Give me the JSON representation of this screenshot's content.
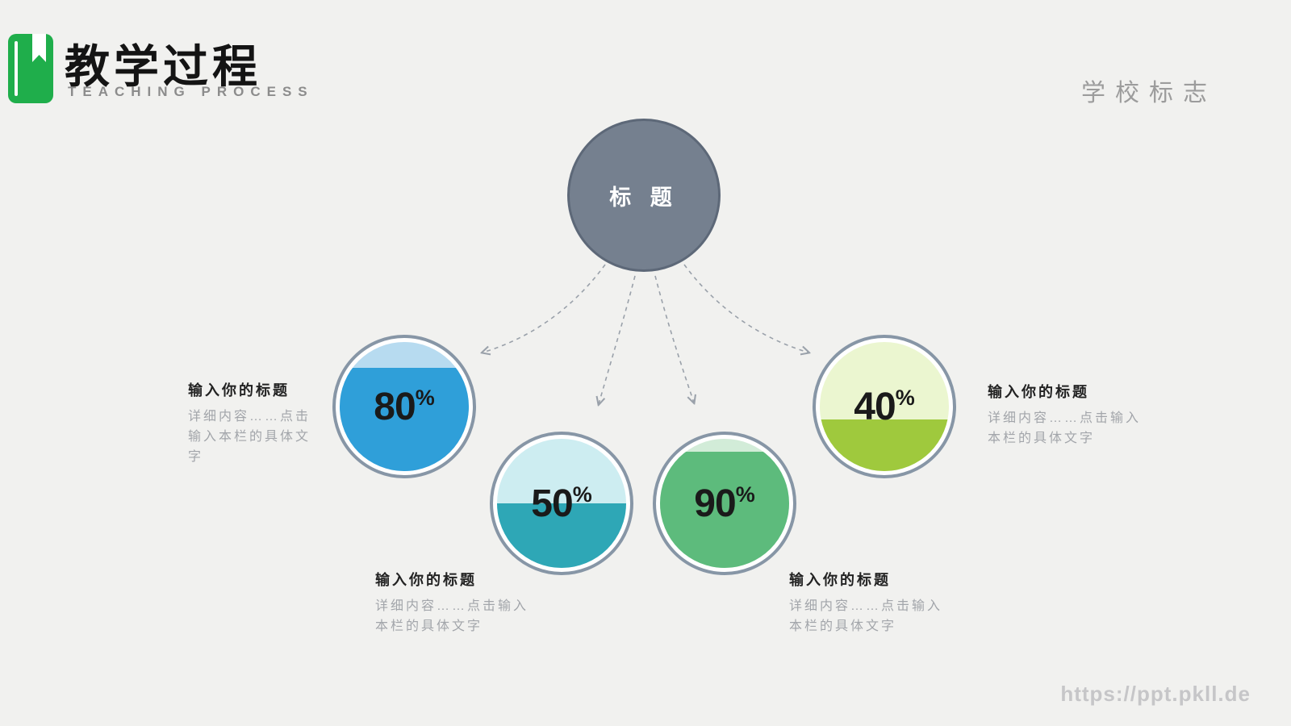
{
  "slide": {
    "background": "#f1f1ef"
  },
  "header": {
    "title": "教学过程",
    "subtitle": "TEACHING PROCESS",
    "logo_color": "#1fae4b",
    "school_logo_text": "学校标志"
  },
  "center_node": {
    "label": "标 题",
    "color": "#75808f"
  },
  "percent_sign": "%",
  "items": [
    {
      "percent": "80",
      "fill_height": "80%",
      "fill_color": "#2f9fd9",
      "light_color": "#b7dbf0",
      "title": "输入你的标题",
      "body": "详细内容……点击输入本栏的具体文字"
    },
    {
      "percent": "50",
      "fill_height": "50%",
      "fill_color": "#2ea7b6",
      "light_color": "#cdedf1",
      "title": "输入你的标题",
      "body": "详细内容……点击输入本栏的具体文字"
    },
    {
      "percent": "90",
      "fill_height": "90%",
      "fill_color": "#5dbb7c",
      "light_color": "#d2ecd8",
      "title": "输入你的标题",
      "body": "详细内容……点击输入本栏的具体文字"
    },
    {
      "percent": "40",
      "fill_height": "40%",
      "fill_color": "#9fc93d",
      "light_color": "#ebf6d0",
      "title": "输入你的标题",
      "body": "详细内容……点击输入本栏的具体文字"
    }
  ],
  "watermark": "https://ppt.pkll.de"
}
